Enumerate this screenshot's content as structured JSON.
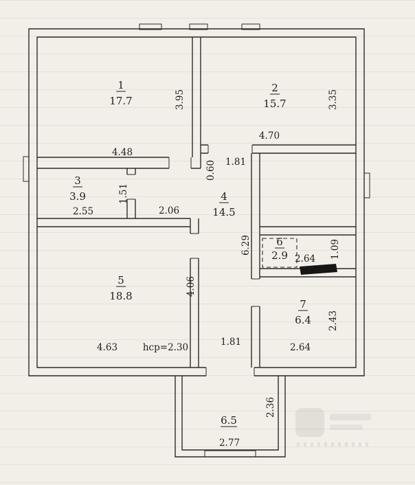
{
  "rooms": {
    "r1": {
      "num": "1",
      "area": "17.7",
      "w": "4.48",
      "h": "3.95"
    },
    "r2": {
      "num": "2",
      "area": "15.7",
      "w": "4.70",
      "h": "3.35"
    },
    "r3": {
      "num": "3",
      "area": "3.9",
      "w": "2.55",
      "h": "1.51"
    },
    "r4": {
      "num": "4",
      "area": "14.5",
      "w": "2.06",
      "h": "6.29"
    },
    "r5": {
      "num": "5",
      "area": "18.8",
      "w": "4.63",
      "h": "4.06",
      "ceiling": "hср=2.30"
    },
    "r6": {
      "num": "6",
      "area": "2.9",
      "w": "2.64",
      "h": "1.09"
    },
    "r7": {
      "num": "7",
      "area": "6.4",
      "w": "2.64",
      "h": "2.43"
    },
    "porch": {
      "area": "6.5",
      "w": "2.77",
      "h": "2.36"
    }
  },
  "openings": {
    "hall_top_width": "1.81",
    "hall_step": "0.60",
    "entry_width": "1.81"
  }
}
